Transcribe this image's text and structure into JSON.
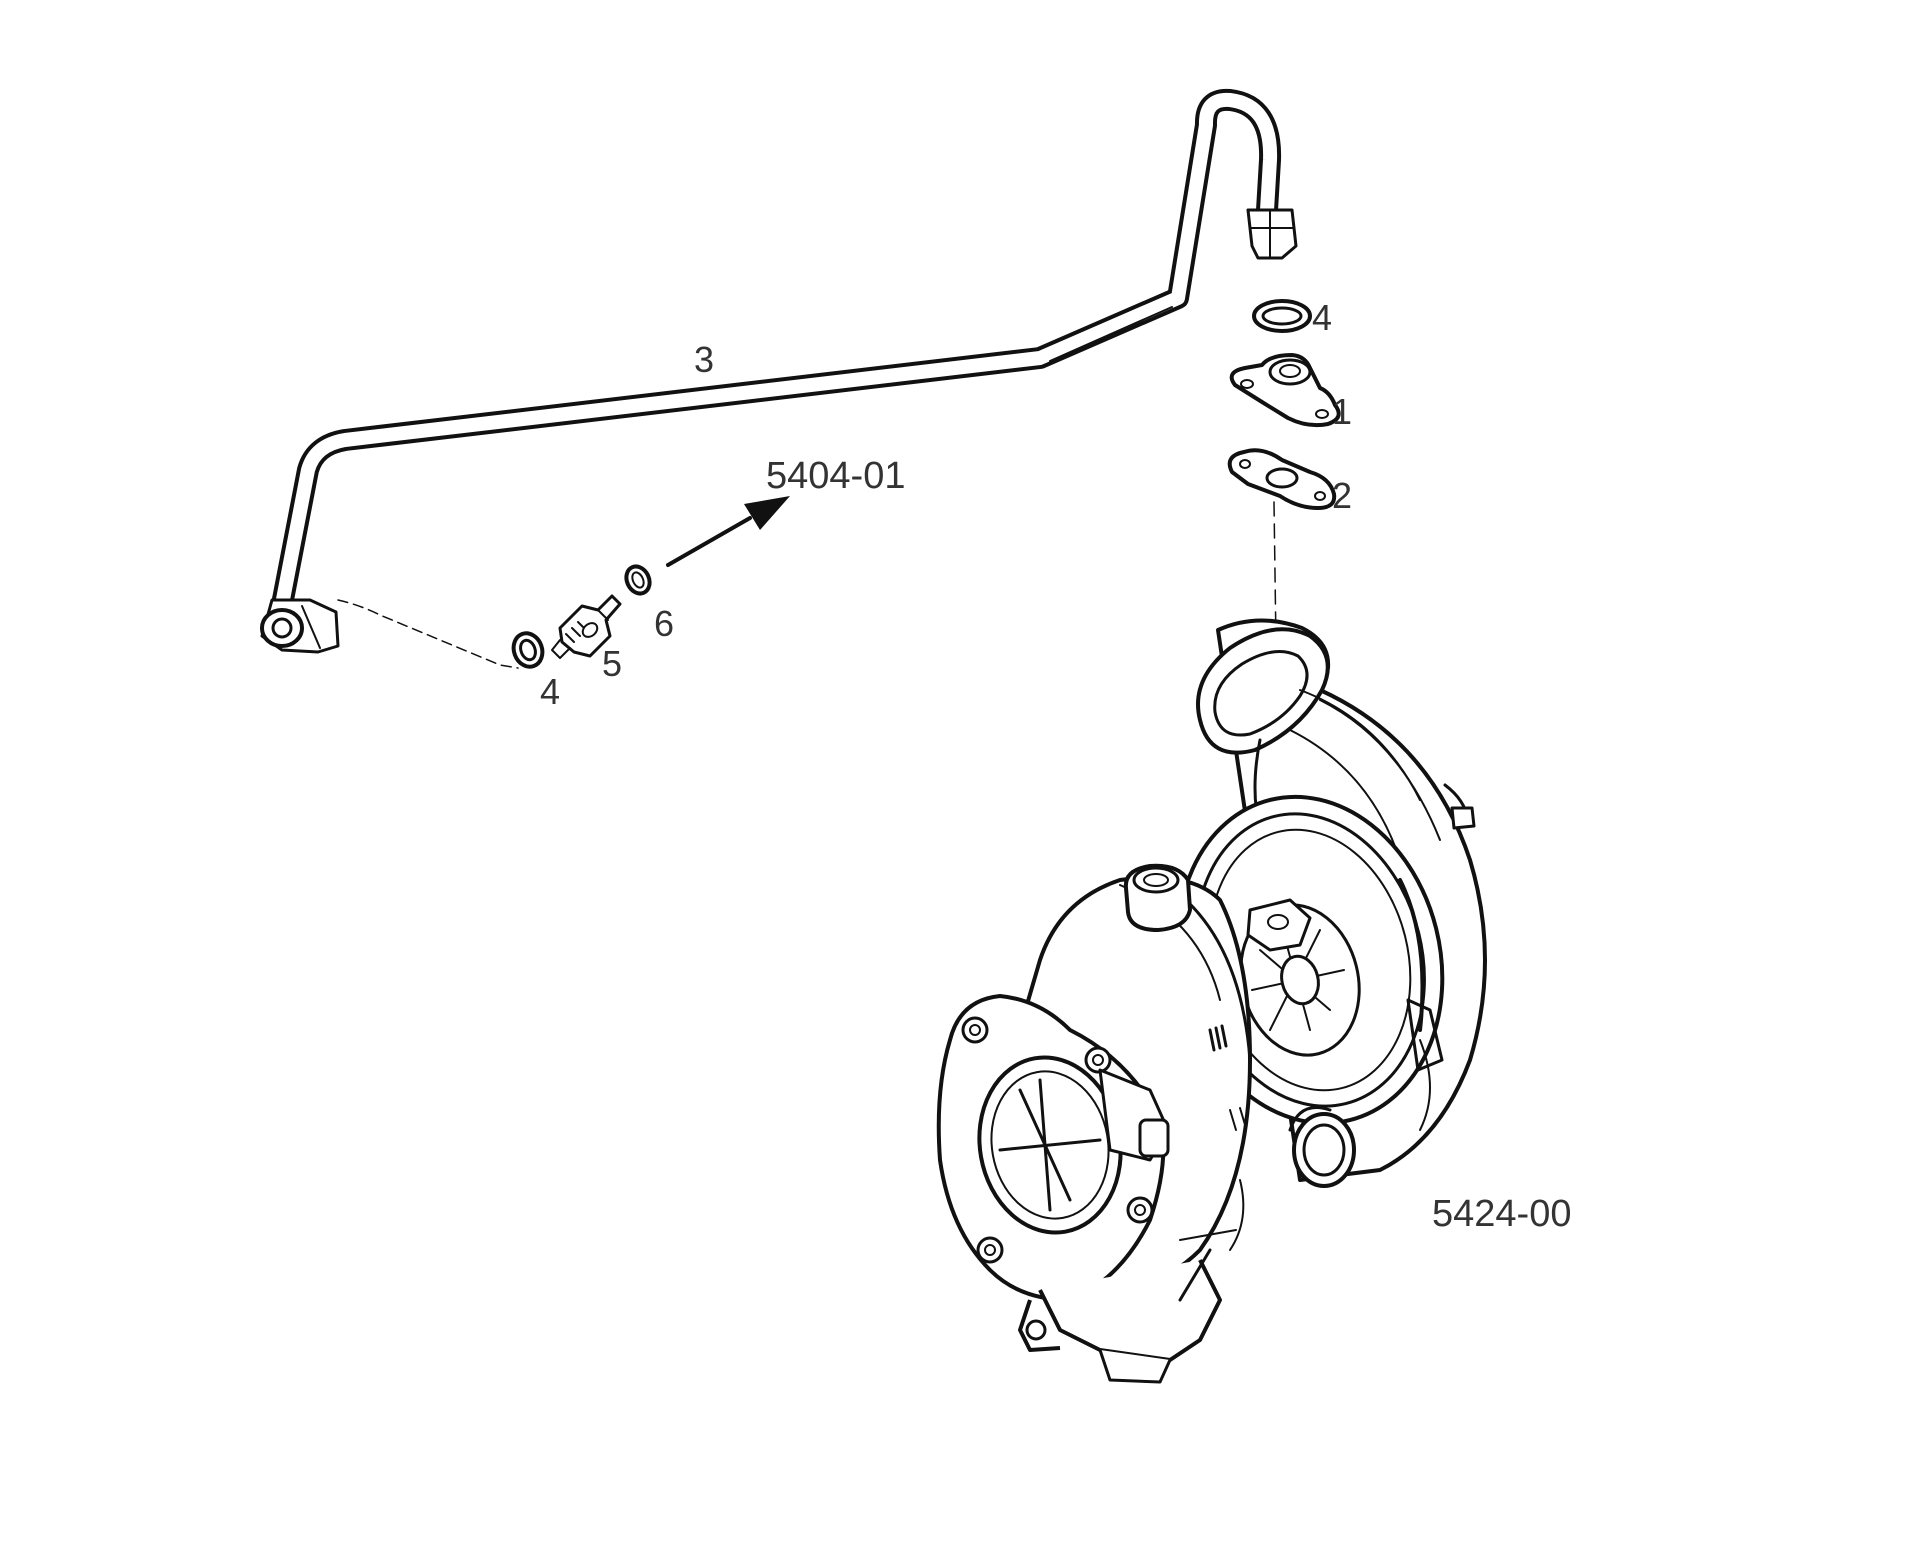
{
  "colors": {
    "line": "#111111",
    "label": "#333333",
    "background": "#ffffff"
  },
  "callouts": {
    "pipe": "3",
    "banjo_bolt_top": "1",
    "gasket_top": "2",
    "washer_top": "4",
    "washer_left": "4",
    "check_valve": "5",
    "o_ring": "6"
  },
  "references": {
    "oil_supply": "5404-01",
    "turbocharger": "5424-00"
  },
  "icons": {
    "direction": "arrow-icon"
  }
}
